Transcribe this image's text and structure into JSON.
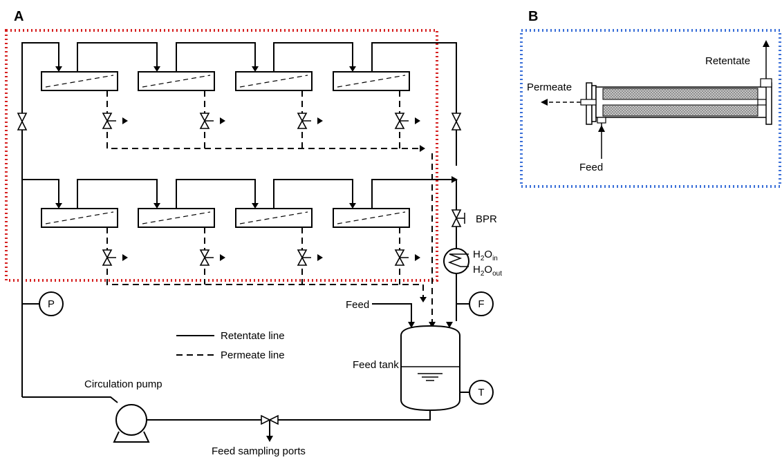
{
  "panels": {
    "a": "A",
    "b": "B"
  },
  "labels": {
    "bpr": "BPR",
    "h2o_in_main": "H",
    "h2o_in_sub1": "2",
    "h2o_in_mid": "O",
    "h2o_in_sub2": "in",
    "h2o_out_main": "H",
    "h2o_out_sub1": "2",
    "h2o_out_mid": "O",
    "h2o_out_sub2": "out",
    "feed_in": "Feed",
    "feed_tank": "Feed tank",
    "circulation_pump": "Circulation pump",
    "feed_sampling_ports": "Feed sampling ports",
    "pressure_gauge": "P",
    "flow_meter": "F",
    "temperature_sensor": "T"
  },
  "legend": {
    "retentate": "Retentate line",
    "permeate": "Permeate line"
  },
  "module_detail": {
    "retentate": "Retentate",
    "permeate": "Permeate",
    "feed": "Feed"
  },
  "colors": {
    "region_a_border": "#d62020",
    "region_b_border": "#3a6fd8",
    "membrane_fill": "#bdbdbd"
  }
}
